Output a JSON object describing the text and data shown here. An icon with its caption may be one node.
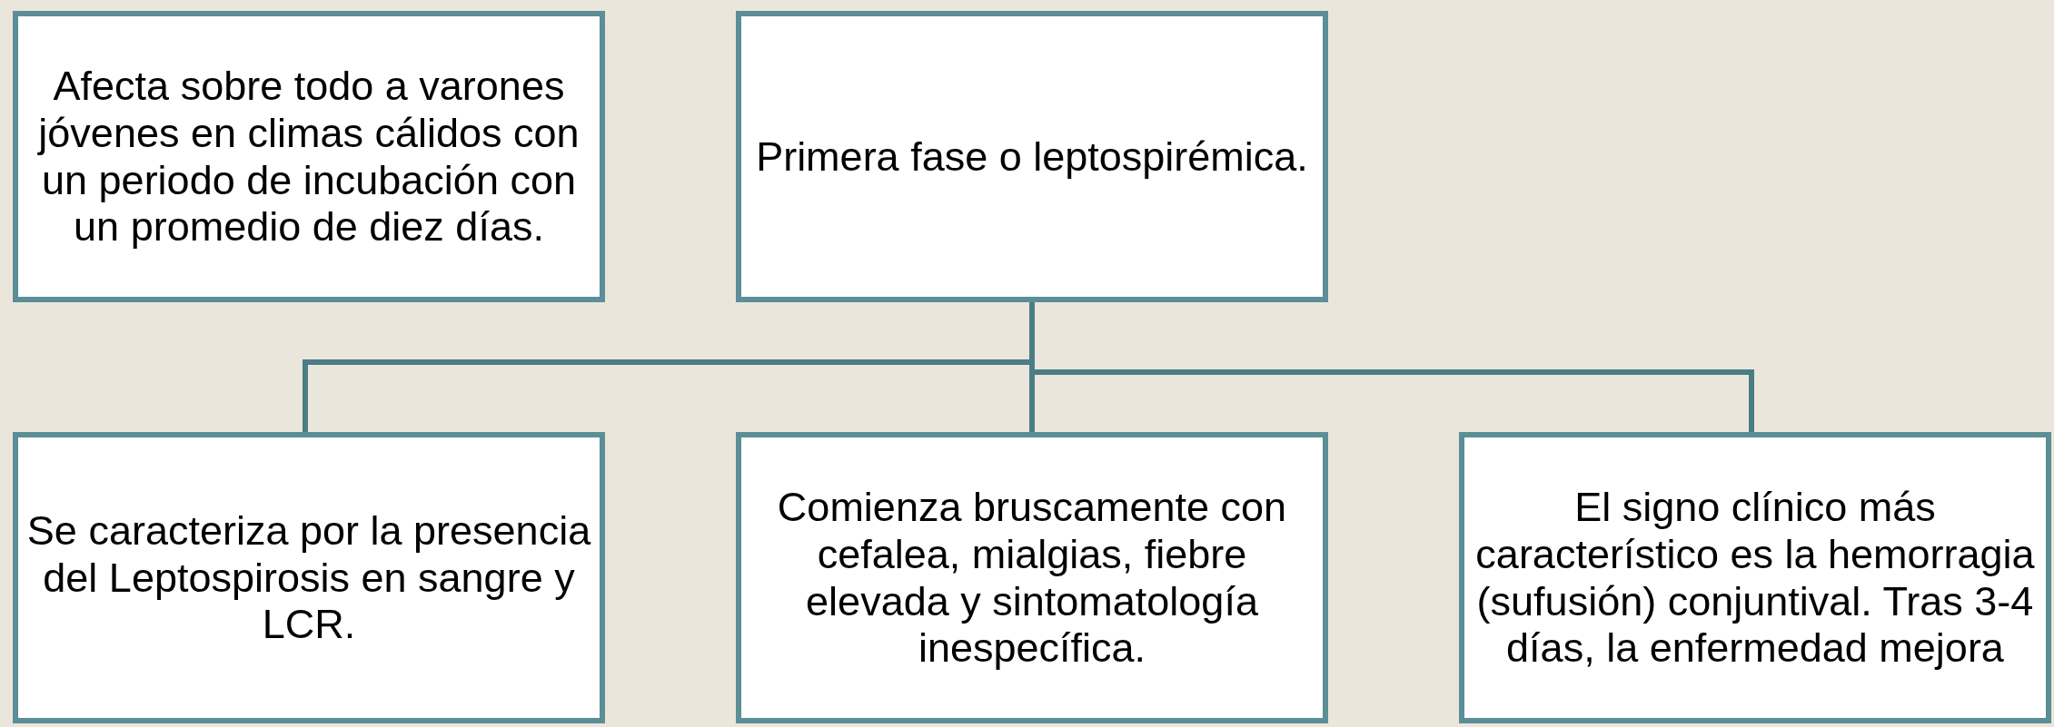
{
  "diagram": {
    "nodes": [
      {
        "text": [
          "Afecta sobre todo a varones jóvenes en climas cálidos con un periodo de incubación con un promedio de diez días."
        ]
      },
      {
        "text": [
          "Primera fase o leptospirémica."
        ]
      },
      {
        "text": [
          "Se caracteriza por la presencia del Leptospirosis en sangre y LCR."
        ]
      },
      {
        "text": [
          "Comienza bruscamente con cefalea, mialgias, fiebre elevada y sintomatología inespecífica."
        ]
      },
      {
        "text": [
          "El signo clínico más característico es la hemorragia (sufusión) conjuntival. Tras 3-4 días, la enfermedad mejora"
        ]
      }
    ],
    "edges": [
      {
        "from": 1,
        "to": 2,
        "arrow": "none"
      },
      {
        "from": 1,
        "to": 3,
        "arrow": "none"
      },
      {
        "from": 1,
        "to": 4,
        "arrow": "none"
      }
    ]
  }
}
